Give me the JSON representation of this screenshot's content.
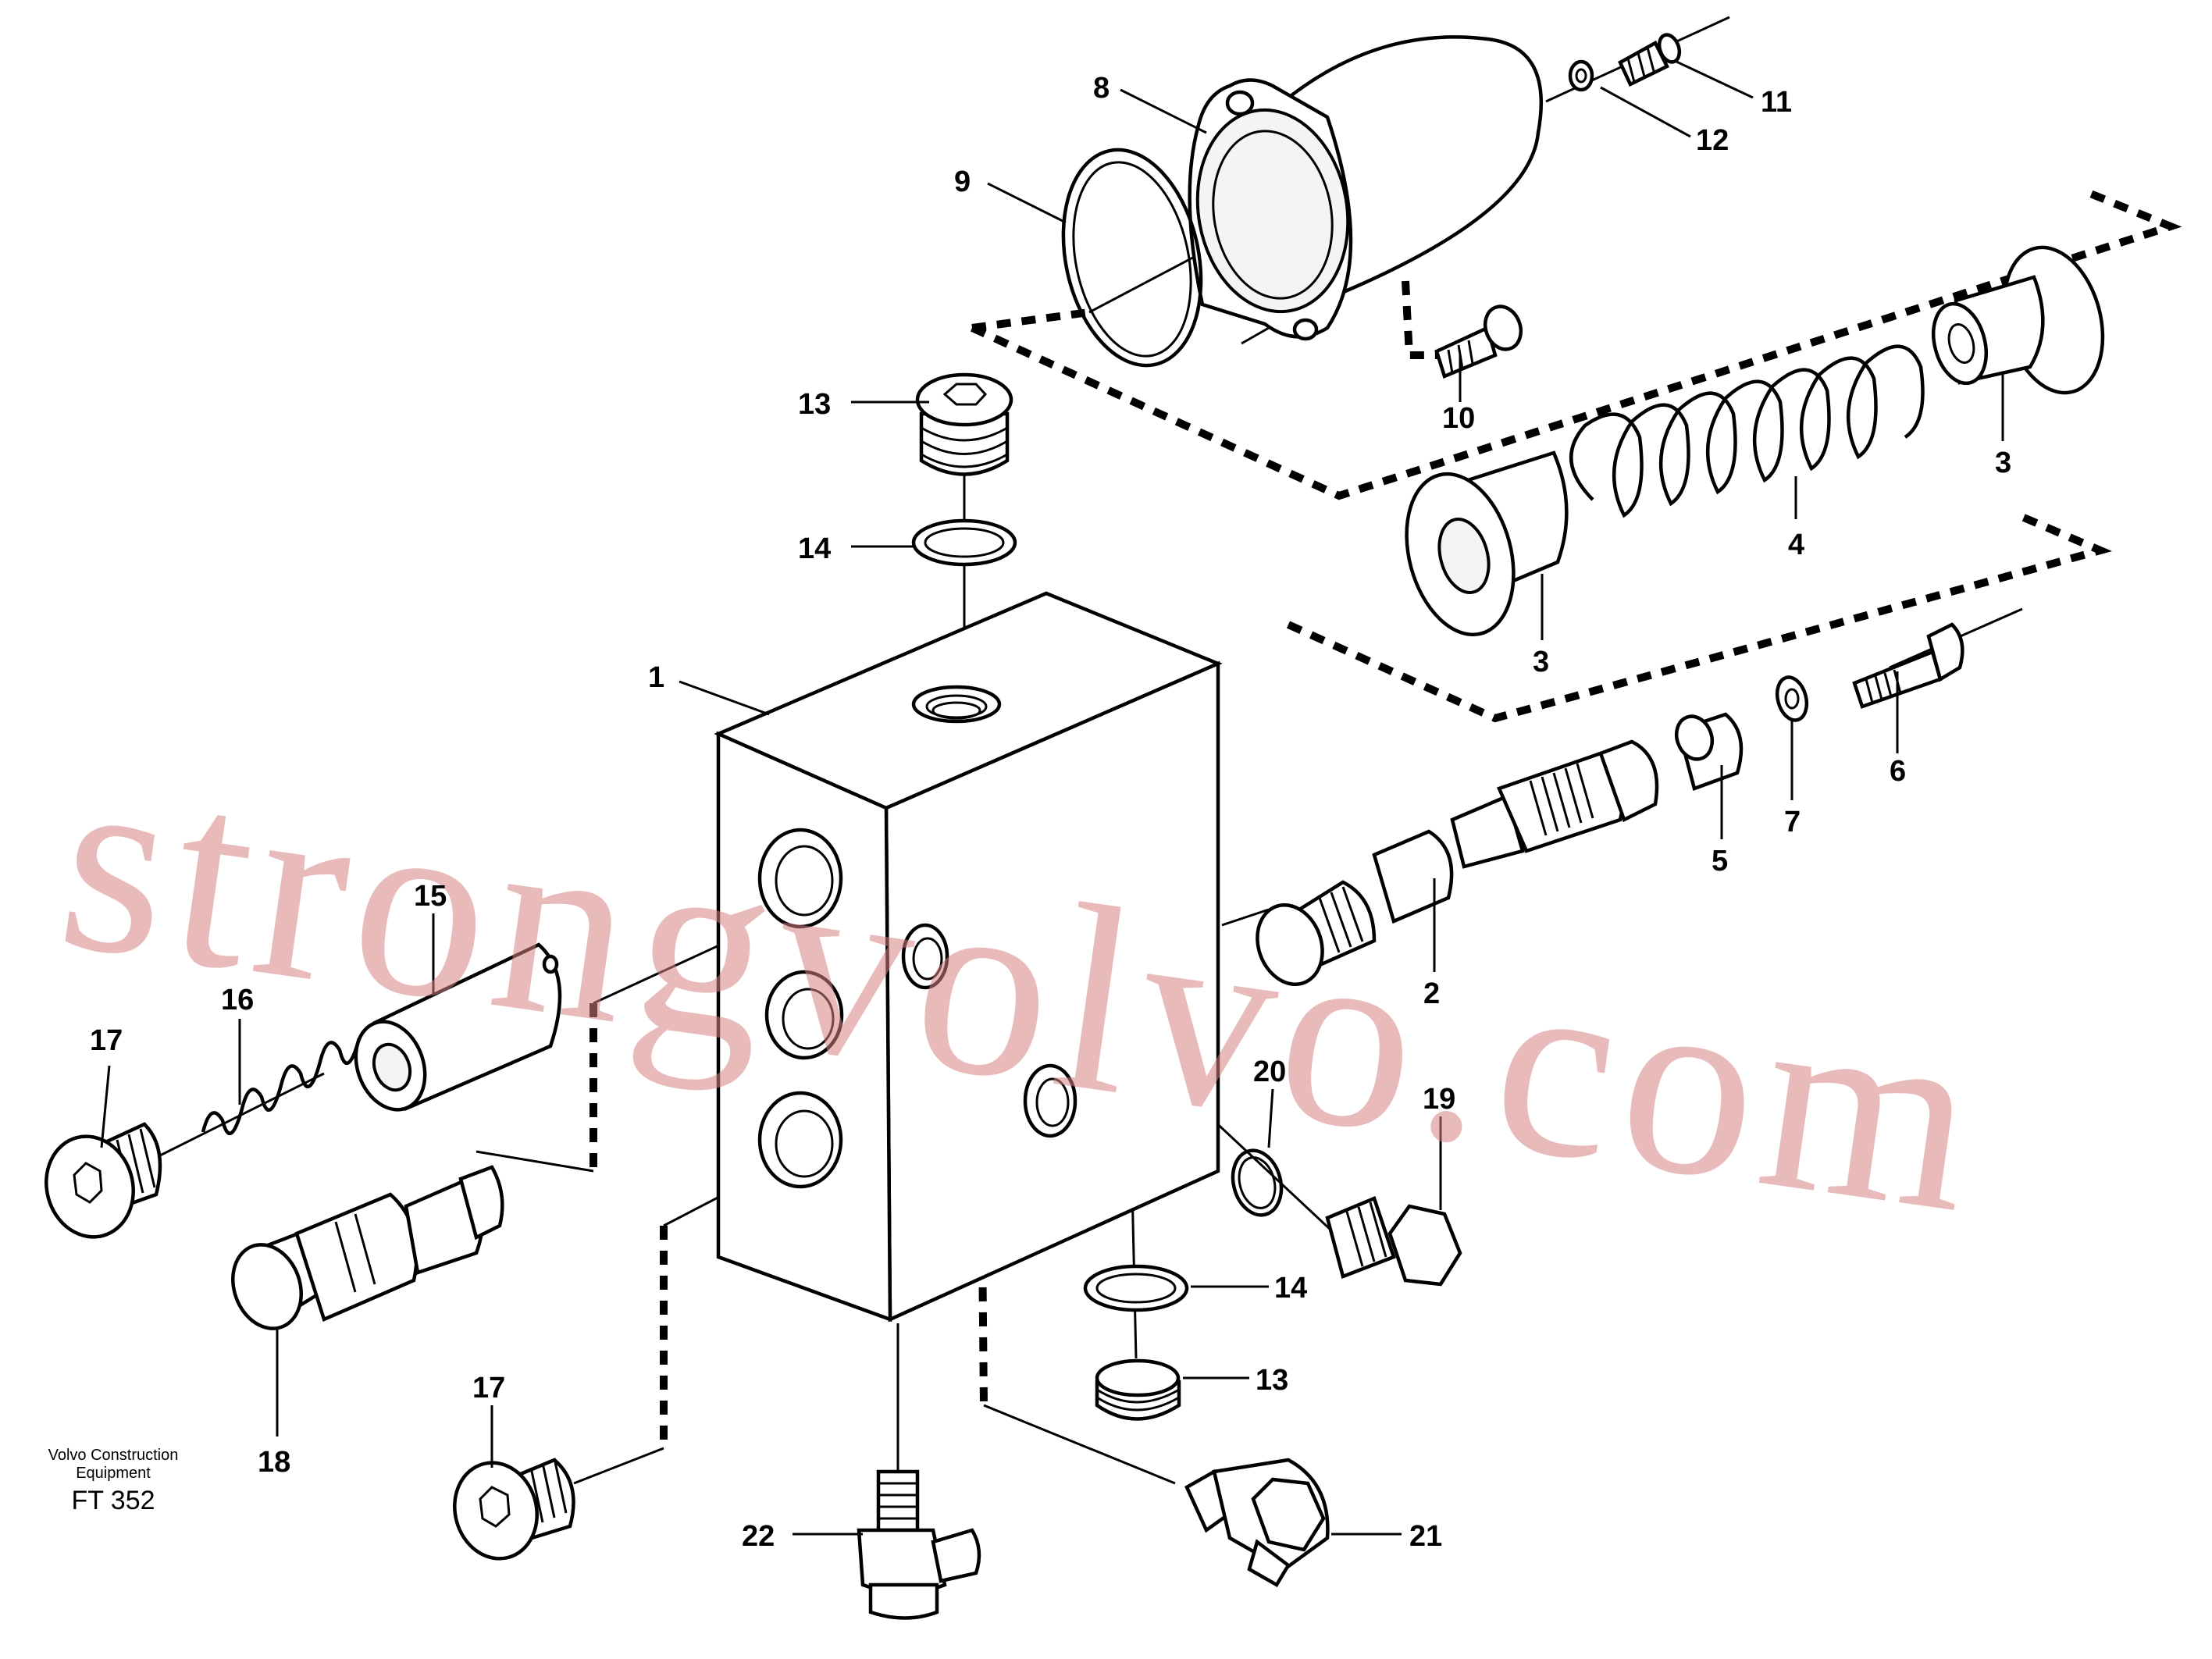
{
  "watermark": "strongvolvo.com",
  "caption": {
    "line1": "Volvo Construction",
    "line2": "Equipment",
    "code": "FT 352"
  },
  "callouts": {
    "c1": "1",
    "c2": "2",
    "c3a": "3",
    "c3b": "3",
    "c4": "4",
    "c5": "5",
    "c6": "6",
    "c7": "7",
    "c8": "8",
    "c9": "9",
    "c10": "10",
    "c11": "11",
    "c12": "12",
    "c13a": "13",
    "c13b": "13",
    "c14a": "14",
    "c14b": "14",
    "c15": "15",
    "c16": "16",
    "c17a": "17",
    "c17b": "17",
    "c18": "18",
    "c19": "19",
    "c20": "20",
    "c21": "21",
    "c22": "22"
  }
}
